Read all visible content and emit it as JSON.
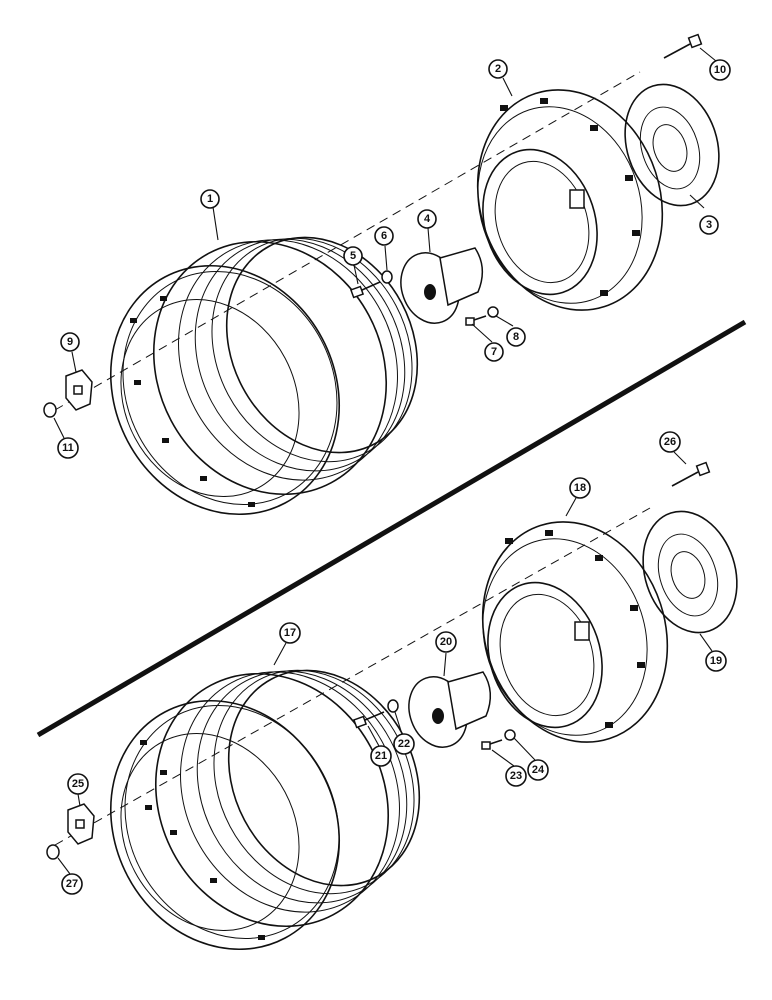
{
  "diagram": {
    "type": "exploded-parts-view",
    "callouts": [
      {
        "id": "c1",
        "label": "1"
      },
      {
        "id": "c2",
        "label": "2"
      },
      {
        "id": "c3",
        "label": "3"
      },
      {
        "id": "c4",
        "label": "4"
      },
      {
        "id": "c5",
        "label": "5"
      },
      {
        "id": "c6",
        "label": "6"
      },
      {
        "id": "c7",
        "label": "7"
      },
      {
        "id": "c8",
        "label": "8"
      },
      {
        "id": "c9",
        "label": "9"
      },
      {
        "id": "c10",
        "label": "10"
      },
      {
        "id": "c11",
        "label": "11"
      },
      {
        "id": "c17",
        "label": "17"
      },
      {
        "id": "c18",
        "label": "18"
      },
      {
        "id": "c19",
        "label": "19"
      },
      {
        "id": "c20",
        "label": "20"
      },
      {
        "id": "c21",
        "label": "21"
      },
      {
        "id": "c22",
        "label": "22"
      },
      {
        "id": "c23",
        "label": "23"
      },
      {
        "id": "c24",
        "label": "24"
      },
      {
        "id": "c25",
        "label": "25"
      },
      {
        "id": "c26",
        "label": "26"
      },
      {
        "id": "c27",
        "label": "27"
      }
    ]
  }
}
